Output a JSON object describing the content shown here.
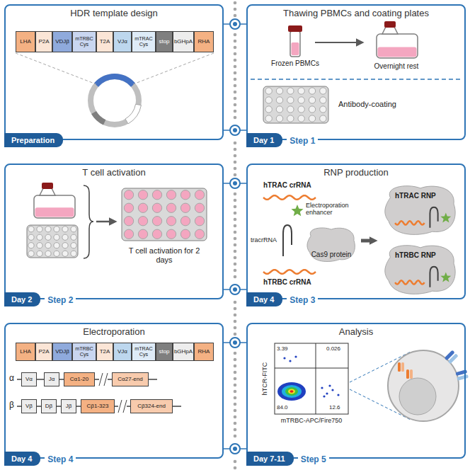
{
  "diagram": {
    "nodes": [
      {
        "text": [
          "HDR template design",
          "Preparation"
        ]
      },
      {
        "text": [
          "LHA"
        ],
        "in": 0
      },
      {
        "text": [
          "P2A"
        ],
        "in": 0
      },
      {
        "text": [
          "VDJβ"
        ],
        "in": 0
      },
      {
        "text": [
          "mTRBC Cys"
        ],
        "in": 0
      },
      {
        "text": [
          "T2A"
        ],
        "in": 0
      },
      {
        "text": [
          "VJα"
        ],
        "in": 0
      },
      {
        "text": [
          "mTRAC Cys"
        ],
        "in": 0
      },
      {
        "text": [
          "stop"
        ],
        "in": 0
      },
      {
        "text": [
          "bGHpA"
        ],
        "in": 0
      },
      {
        "text": [
          "RHA"
        ],
        "in": 0
      },
      {
        "text": [
          "Thawing PBMCs and coating plates",
          "Day 1",
          "Step 1"
        ]
      },
      {
        "text": [
          "T cell activation",
          "Day 2",
          "Step 2"
        ]
      },
      {
        "text": [
          "RNP production",
          "Day 4",
          "Step 3"
        ]
      },
      {
        "text": [
          "Cas9 protein"
        ],
        "in": 13
      },
      {
        "text": [
          "hTRAC RNP"
        ],
        "in": 13
      },
      {
        "text": [
          "hTRBC RNP"
        ],
        "in": 13
      },
      {
        "text": [
          "Electroporation",
          "Day 4",
          "Step 4"
        ]
      },
      {
        "text": [
          "LHA"
        ],
        "in": 17
      },
      {
        "text": [
          "P2A"
        ],
        "in": 17
      },
      {
        "text": [
          "VDJβ"
        ],
        "in": 17
      },
      {
        "text": [
          "mTRBC Cys"
        ],
        "in": 17
      },
      {
        "text": [
          "T2A"
        ],
        "in": 17
      },
      {
        "text": [
          "VJα"
        ],
        "in": 17
      },
      {
        "text": [
          "mTRAC Cys"
        ],
        "in": 17
      },
      {
        "text": [
          "stop"
        ],
        "in": 17
      },
      {
        "text": [
          "bGHpA"
        ],
        "in": 17
      },
      {
        "text": [
          "RHA"
        ],
        "in": 17
      },
      {
        "text": [
          "Vα"
        ],
        "in": 17
      },
      {
        "text": [
          "Jα"
        ],
        "in": 17
      },
      {
        "text": [
          "Cα1-20"
        ],
        "in": 17
      },
      {
        "text": [
          "Cα27-end"
        ],
        "in": 17
      },
      {
        "text": [
          "Vβ"
        ],
        "in": 17
      },
      {
        "text": [
          "Dβ"
        ],
        "in": 17
      },
      {
        "text": [
          "Jβ"
        ],
        "in": 17
      },
      {
        "text": [
          "Cβ1-323"
        ],
        "in": 17
      },
      {
        "text": [
          "Cβ324-end"
        ],
        "in": 17
      },
      {
        "text": [
          "Analysis",
          "Day 7-11",
          "Step 5"
        ]
      }
    ],
    "labels": [
      "Frozen PBMCs",
      "Overnight rest",
      "Antibody-coating",
      "T cell activation for 2 days",
      "hTRAC crRNA",
      "Electroporation enhancer",
      "tracrRNA",
      "hTRBC crRNA",
      "α",
      "β",
      "hTCR-FITC",
      "mTRBC-APC/Fire750",
      "3.39",
      "0.026",
      "84.0",
      "12.6"
    ]
  }
}
